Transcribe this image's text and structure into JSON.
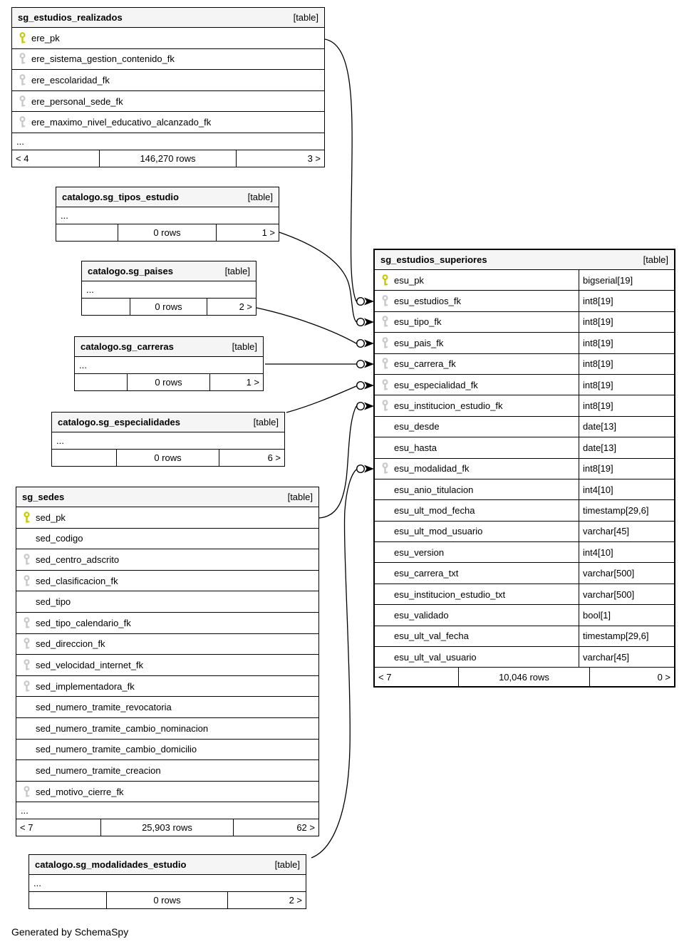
{
  "diagram": {
    "generator_note": "Generated by SchemaSpy",
    "colors": {
      "primary_key": "#c8c800",
      "foreign_key": "#c8c8c8",
      "header_bg": "#f5f5f5",
      "border": "#000000"
    },
    "tables": [
      {
        "id": "sg_estudios_realizados",
        "name": "sg_estudios_realizados",
        "badge": "[table]",
        "highlighted": false,
        "columns": [
          {
            "name": "ere_pk",
            "key": "pk"
          },
          {
            "name": "ere_sistema_gestion_contenido_fk",
            "key": "fk"
          },
          {
            "name": "ere_escolaridad_fk",
            "key": "fk"
          },
          {
            "name": "ere_personal_sede_fk",
            "key": "fk"
          },
          {
            "name": "ere_maximo_nivel_educativo_alcanzado_fk",
            "key": "fk"
          }
        ],
        "ellipsis": "...",
        "footer": {
          "left": "< 4",
          "center": "146,270 rows",
          "right": "3 >"
        }
      },
      {
        "id": "catalogo.sg_tipos_estudio",
        "name": "catalogo.sg_tipos_estudio",
        "badge": "[table]",
        "highlighted": false,
        "columns": [],
        "ellipsis": "...",
        "footer": {
          "left": "",
          "center": "0 rows",
          "right": "1 >"
        }
      },
      {
        "id": "catalogo.sg_paises",
        "name": "catalogo.sg_paises",
        "badge": "[table]",
        "highlighted": false,
        "columns": [],
        "ellipsis": "...",
        "footer": {
          "left": "",
          "center": "0 rows",
          "right": "2 >"
        }
      },
      {
        "id": "catalogo.sg_carreras",
        "name": "catalogo.sg_carreras",
        "badge": "[table]",
        "highlighted": false,
        "columns": [],
        "ellipsis": "...",
        "footer": {
          "left": "",
          "center": "0 rows",
          "right": "1 >"
        }
      },
      {
        "id": "catalogo.sg_especialidades",
        "name": "catalogo.sg_especialidades",
        "badge": "[table]",
        "highlighted": false,
        "columns": [],
        "ellipsis": "...",
        "footer": {
          "left": "",
          "center": "0 rows",
          "right": "6 >"
        }
      },
      {
        "id": "sg_sedes",
        "name": "sg_sedes",
        "badge": "[table]",
        "highlighted": false,
        "columns": [
          {
            "name": "sed_pk",
            "key": "pk"
          },
          {
            "name": "sed_codigo",
            "key": "none"
          },
          {
            "name": "sed_centro_adscrito",
            "key": "fk"
          },
          {
            "name": "sed_clasificacion_fk",
            "key": "fk"
          },
          {
            "name": "sed_tipo",
            "key": "none"
          },
          {
            "name": "sed_tipo_calendario_fk",
            "key": "fk"
          },
          {
            "name": "sed_direccion_fk",
            "key": "fk"
          },
          {
            "name": "sed_velocidad_internet_fk",
            "key": "fk"
          },
          {
            "name": "sed_implementadora_fk",
            "key": "fk"
          },
          {
            "name": "sed_numero_tramite_revocatoria",
            "key": "none"
          },
          {
            "name": "sed_numero_tramite_cambio_nominacion",
            "key": "none"
          },
          {
            "name": "sed_numero_tramite_cambio_domicilio",
            "key": "none"
          },
          {
            "name": "sed_numero_tramite_creacion",
            "key": "none"
          },
          {
            "name": "sed_motivo_cierre_fk",
            "key": "fk"
          }
        ],
        "ellipsis": "...",
        "footer": {
          "left": "< 7",
          "center": "25,903 rows",
          "right": "62 >"
        }
      },
      {
        "id": "sg_estudios_superiores",
        "name": "sg_estudios_superiores",
        "badge": "[table]",
        "highlighted": true,
        "columns": [
          {
            "name": "esu_pk",
            "key": "pk",
            "type": "bigserial[19]"
          },
          {
            "name": "esu_estudios_fk",
            "key": "fk",
            "type": "int8[19]"
          },
          {
            "name": "esu_tipo_fk",
            "key": "fk",
            "type": "int8[19]"
          },
          {
            "name": "esu_pais_fk",
            "key": "fk",
            "type": "int8[19]"
          },
          {
            "name": "esu_carrera_fk",
            "key": "fk",
            "type": "int8[19]"
          },
          {
            "name": "esu_especialidad_fk",
            "key": "fk",
            "type": "int8[19]"
          },
          {
            "name": "esu_institucion_estudio_fk",
            "key": "fk",
            "type": "int8[19]"
          },
          {
            "name": "esu_desde",
            "key": "none",
            "type": "date[13]"
          },
          {
            "name": "esu_hasta",
            "key": "none",
            "type": "date[13]"
          },
          {
            "name": "esu_modalidad_fk",
            "key": "fk",
            "type": "int8[19]"
          },
          {
            "name": "esu_anio_titulacion",
            "key": "none",
            "type": "int4[10]"
          },
          {
            "name": "esu_ult_mod_fecha",
            "key": "none",
            "type": "timestamp[29,6]"
          },
          {
            "name": "esu_ult_mod_usuario",
            "key": "none",
            "type": "varchar[45]"
          },
          {
            "name": "esu_version",
            "key": "none",
            "type": "int4[10]"
          },
          {
            "name": "esu_carrera_txt",
            "key": "none",
            "type": "varchar[500]"
          },
          {
            "name": "esu_institucion_estudio_txt",
            "key": "none",
            "type": "varchar[500]"
          },
          {
            "name": "esu_validado",
            "key": "none",
            "type": "bool[1]"
          },
          {
            "name": "esu_ult_val_fecha",
            "key": "none",
            "type": "timestamp[29,6]"
          },
          {
            "name": "esu_ult_val_usuario",
            "key": "none",
            "type": "varchar[45]"
          }
        ],
        "footer": {
          "left": "< 7",
          "center": "10,046 rows",
          "right": "0 >"
        }
      },
      {
        "id": "catalogo.sg_modalidades_estudio",
        "name": "catalogo.sg_modalidades_estudio",
        "badge": "[table]",
        "highlighted": false,
        "columns": [],
        "ellipsis": "...",
        "footer": {
          "left": "",
          "center": "0 rows",
          "right": "2 >"
        }
      }
    ],
    "relationships": [
      {
        "from": "sg_estudios_realizados.ere_pk",
        "to": "sg_estudios_superiores.esu_estudios_fk"
      },
      {
        "from": "catalogo.sg_tipos_estudio",
        "to": "sg_estudios_superiores.esu_tipo_fk"
      },
      {
        "from": "catalogo.sg_paises",
        "to": "sg_estudios_superiores.esu_pais_fk"
      },
      {
        "from": "catalogo.sg_carreras",
        "to": "sg_estudios_superiores.esu_carrera_fk"
      },
      {
        "from": "catalogo.sg_especialidades",
        "to": "sg_estudios_superiores.esu_especialidad_fk"
      },
      {
        "from": "sg_sedes.sed_pk",
        "to": "sg_estudios_superiores.esu_institucion_estudio_fk"
      },
      {
        "from": "catalogo.sg_modalidades_estudio",
        "to": "sg_estudios_superiores.esu_modalidad_fk"
      }
    ]
  }
}
